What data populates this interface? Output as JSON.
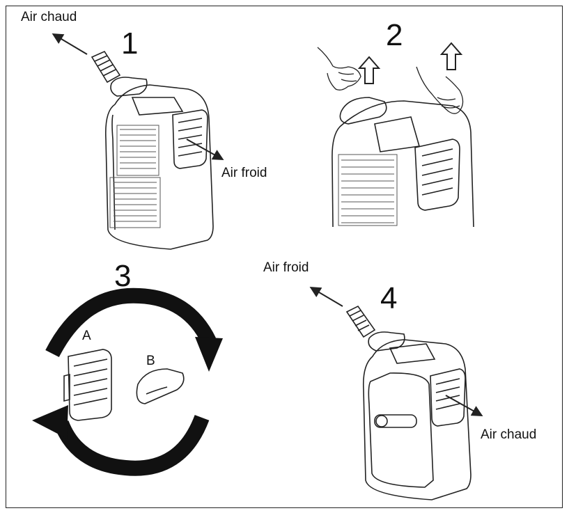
{
  "panels": {
    "p1": {
      "step": "1",
      "hot_air": "Air chaud",
      "cold_air": "Air froid"
    },
    "p2": {
      "step": "2"
    },
    "p3": {
      "step": "3",
      "part_a": "A",
      "part_b": "B"
    },
    "p4": {
      "step": "4",
      "cold_air": "Air froid",
      "hot_air": "Air chaud"
    }
  },
  "colors": {
    "line": "#222222",
    "arrow": "#111111",
    "grill": "#555555"
  }
}
